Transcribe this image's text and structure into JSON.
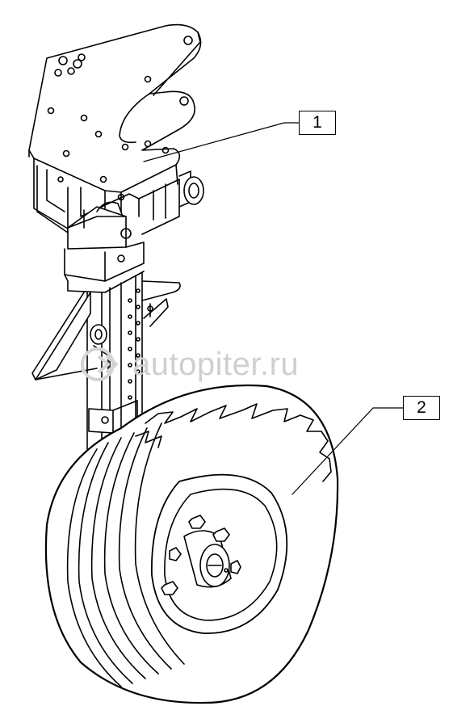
{
  "callouts": [
    {
      "label": "1"
    },
    {
      "label": "2"
    }
  ],
  "watermark": {
    "text": "autopiter.ru"
  }
}
